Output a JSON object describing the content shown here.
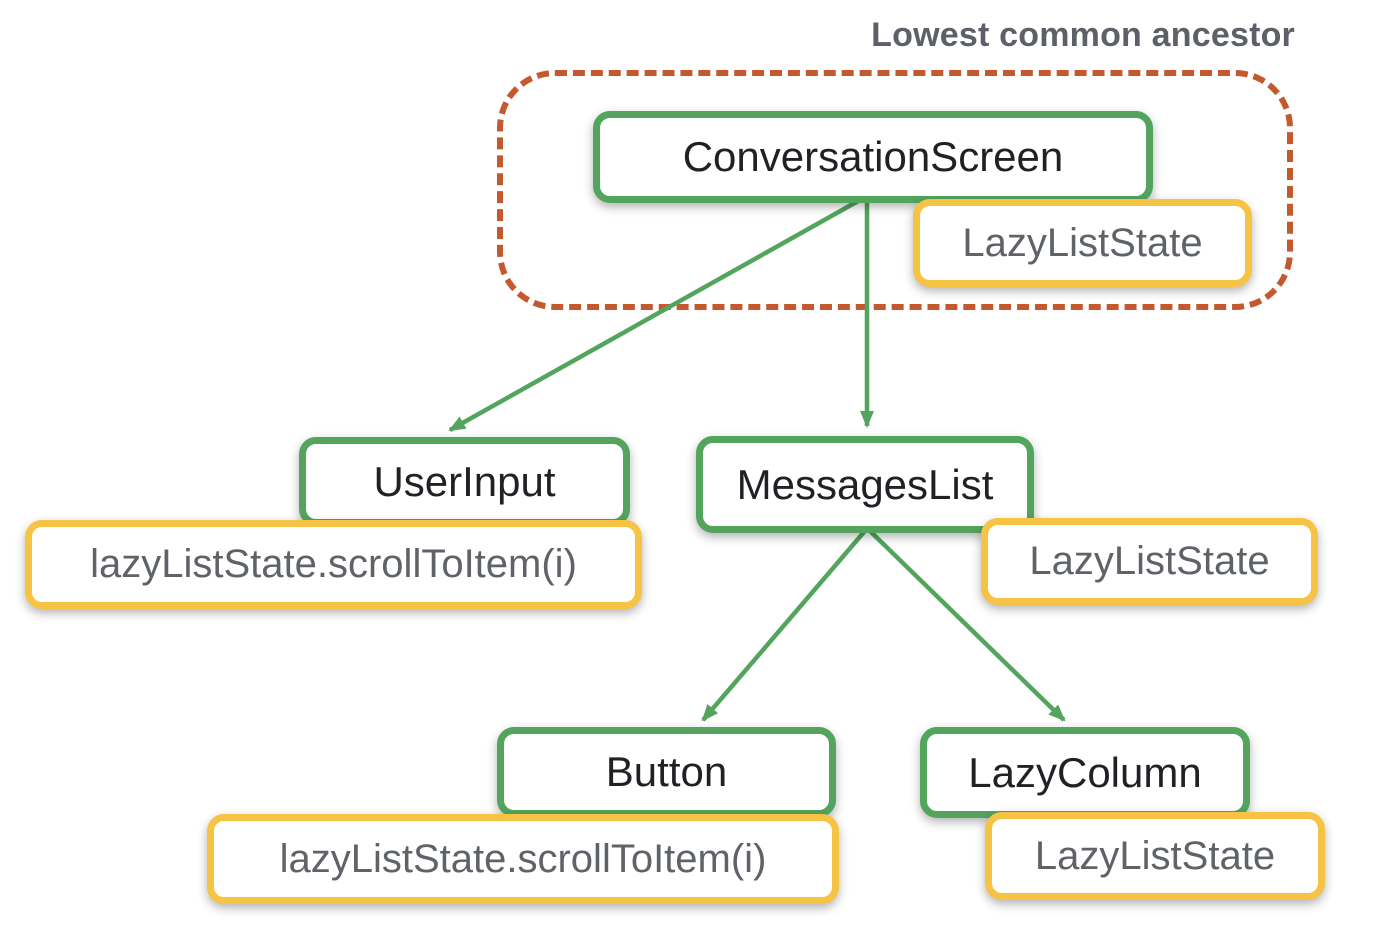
{
  "title": "Lowest common ancestor",
  "palette": {
    "node_border_green": "#53A45D",
    "state_border_yellow": "#F7C344",
    "ancestor_dash_orange": "#C4592F",
    "node_text": "#1F2125",
    "state_text": "#5F6368",
    "title_text": "#5D6167",
    "arrow_green": "#53A45D"
  },
  "nodes": {
    "conversation_screen": {
      "label": "ConversationScreen"
    },
    "user_input": {
      "label": "UserInput"
    },
    "messages_list": {
      "label": "MessagesList"
    },
    "button": {
      "label": "Button"
    },
    "lazy_column": {
      "label": "LazyColumn"
    }
  },
  "states": {
    "conversation_screen_state": {
      "label": "LazyListState"
    },
    "user_input_call": {
      "label": "lazyListState.scrollToItem(i)"
    },
    "messages_list_state": {
      "label": "LazyListState"
    },
    "button_call": {
      "label": "lazyListState.scrollToItem(i)"
    },
    "lazy_column_state": {
      "label": "LazyListState"
    }
  },
  "edges": [
    {
      "from": "ConversationScreen",
      "to": "UserInput"
    },
    {
      "from": "ConversationScreen",
      "to": "MessagesList"
    },
    {
      "from": "MessagesList",
      "to": "Button"
    },
    {
      "from": "MessagesList",
      "to": "LazyColumn"
    }
  ]
}
